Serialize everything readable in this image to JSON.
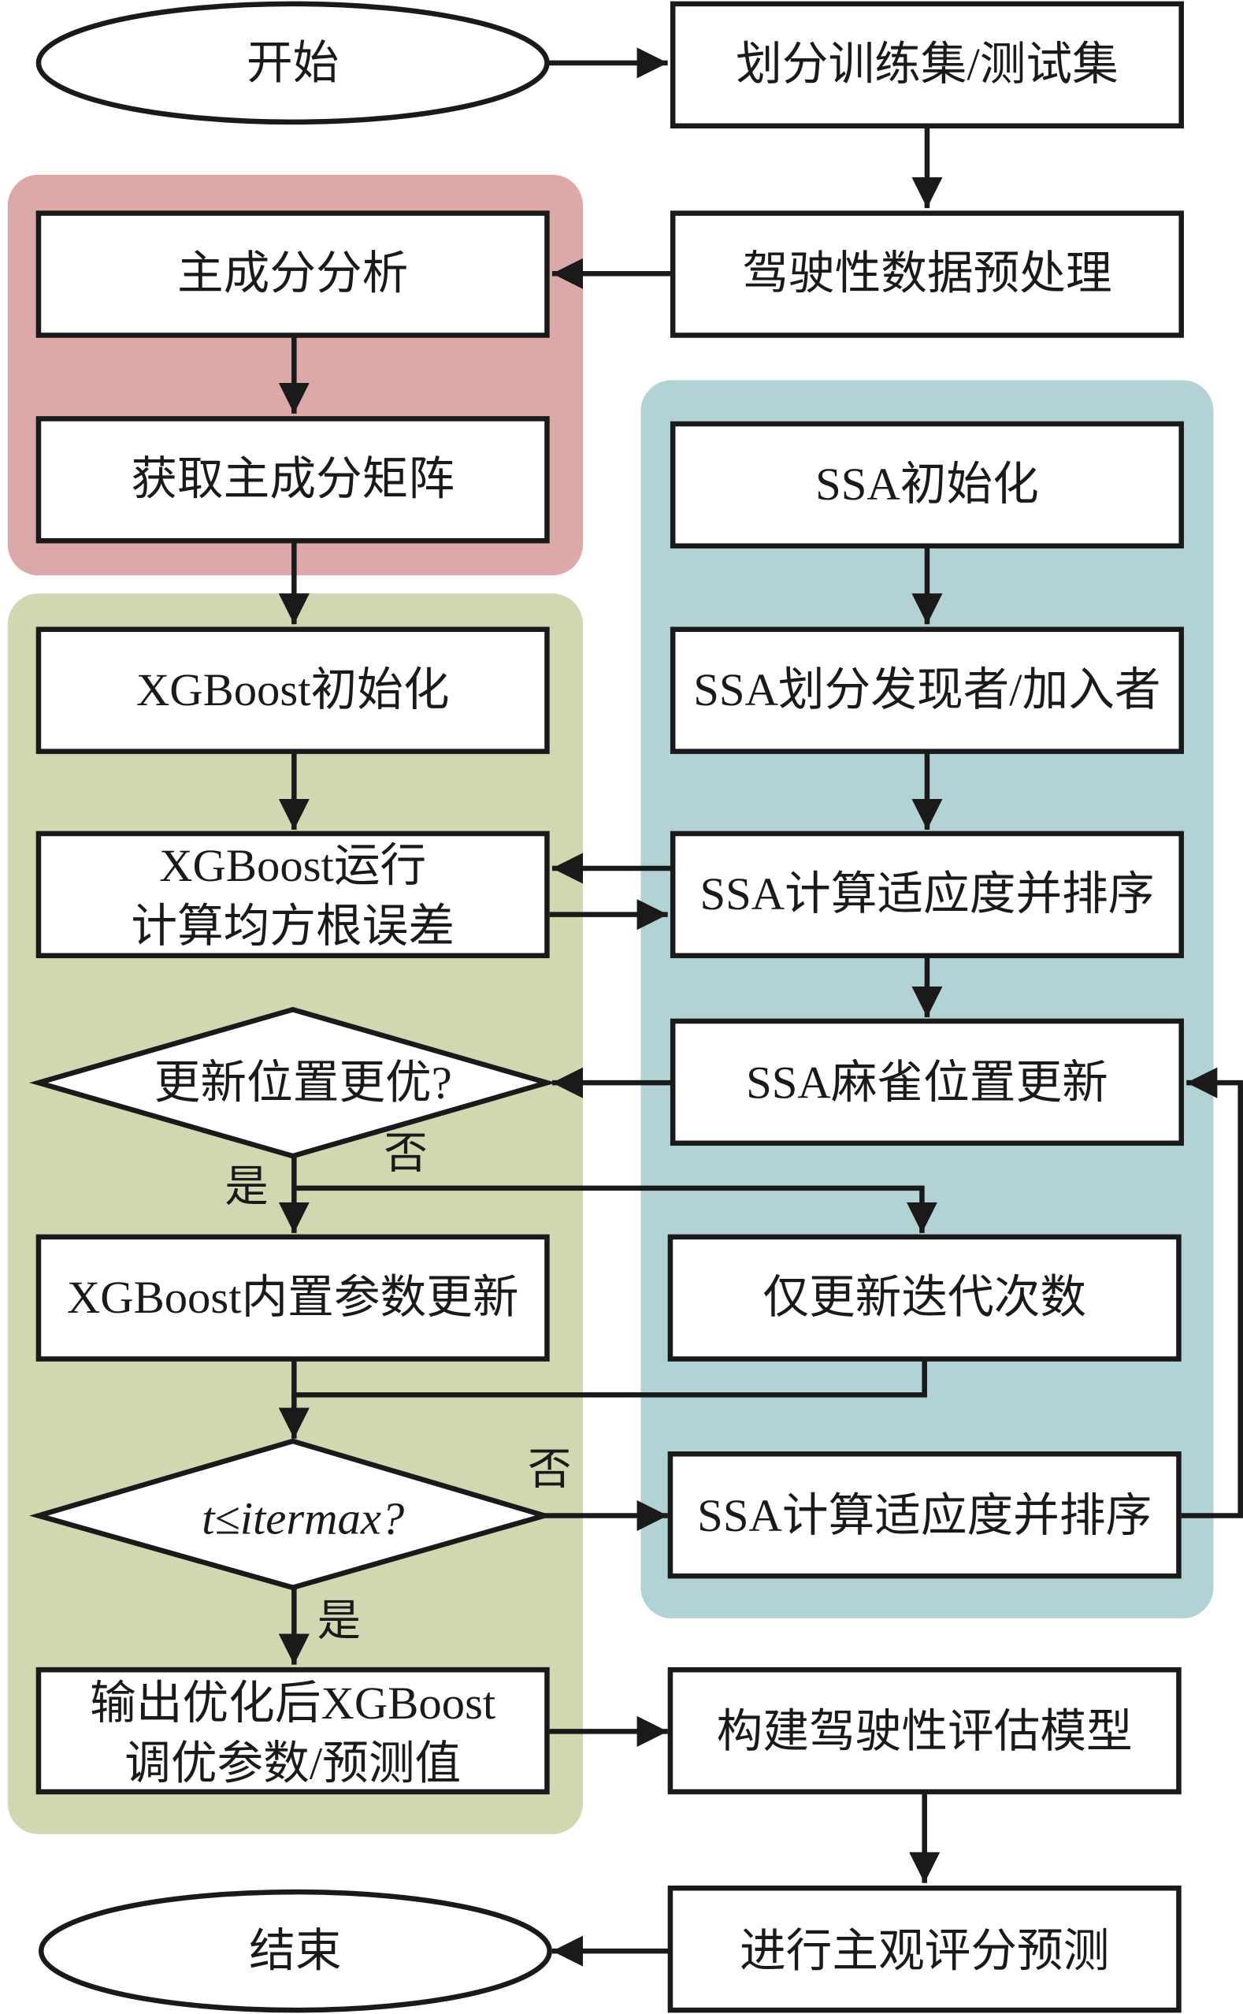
{
  "groups": {
    "pca_color": "#dca9a8",
    "xgb_color": "#cfd8b0",
    "ssa_color": "#b2d2d5"
  },
  "nodes": {
    "start": "开始",
    "split": "划分训练集/测试集",
    "preprocess": "驾驶性数据预处理",
    "pca": "主成分分析",
    "pc_matrix": "获取主成分矩阵",
    "xgb_init": "XGBoost初始化",
    "xgb_run_1": "XGBoost运行",
    "xgb_run_2": "计算均方根误差",
    "decision_better": "更新位置更优?",
    "xgb_update": "XGBoost内置参数更新",
    "decision_iter": "t≤itermax?",
    "output_1": "输出优化后XGBoost",
    "output_2": "调优参数/预测值",
    "ssa_init": "SSA初始化",
    "ssa_split": "SSA划分发现者/加入者",
    "ssa_fitness": "SSA计算适应度并排序",
    "ssa_update": "SSA麻雀位置更新",
    "iter_only": "仅更新迭代次数",
    "ssa_fitness_2": "SSA计算适应度并排序",
    "build_model": "构建驾驶性评估模型",
    "predict": "进行主观评分预测",
    "end": "结束"
  },
  "labels": {
    "no_1": "否",
    "yes_1": "是",
    "no_2": "否",
    "yes_2": "是"
  }
}
